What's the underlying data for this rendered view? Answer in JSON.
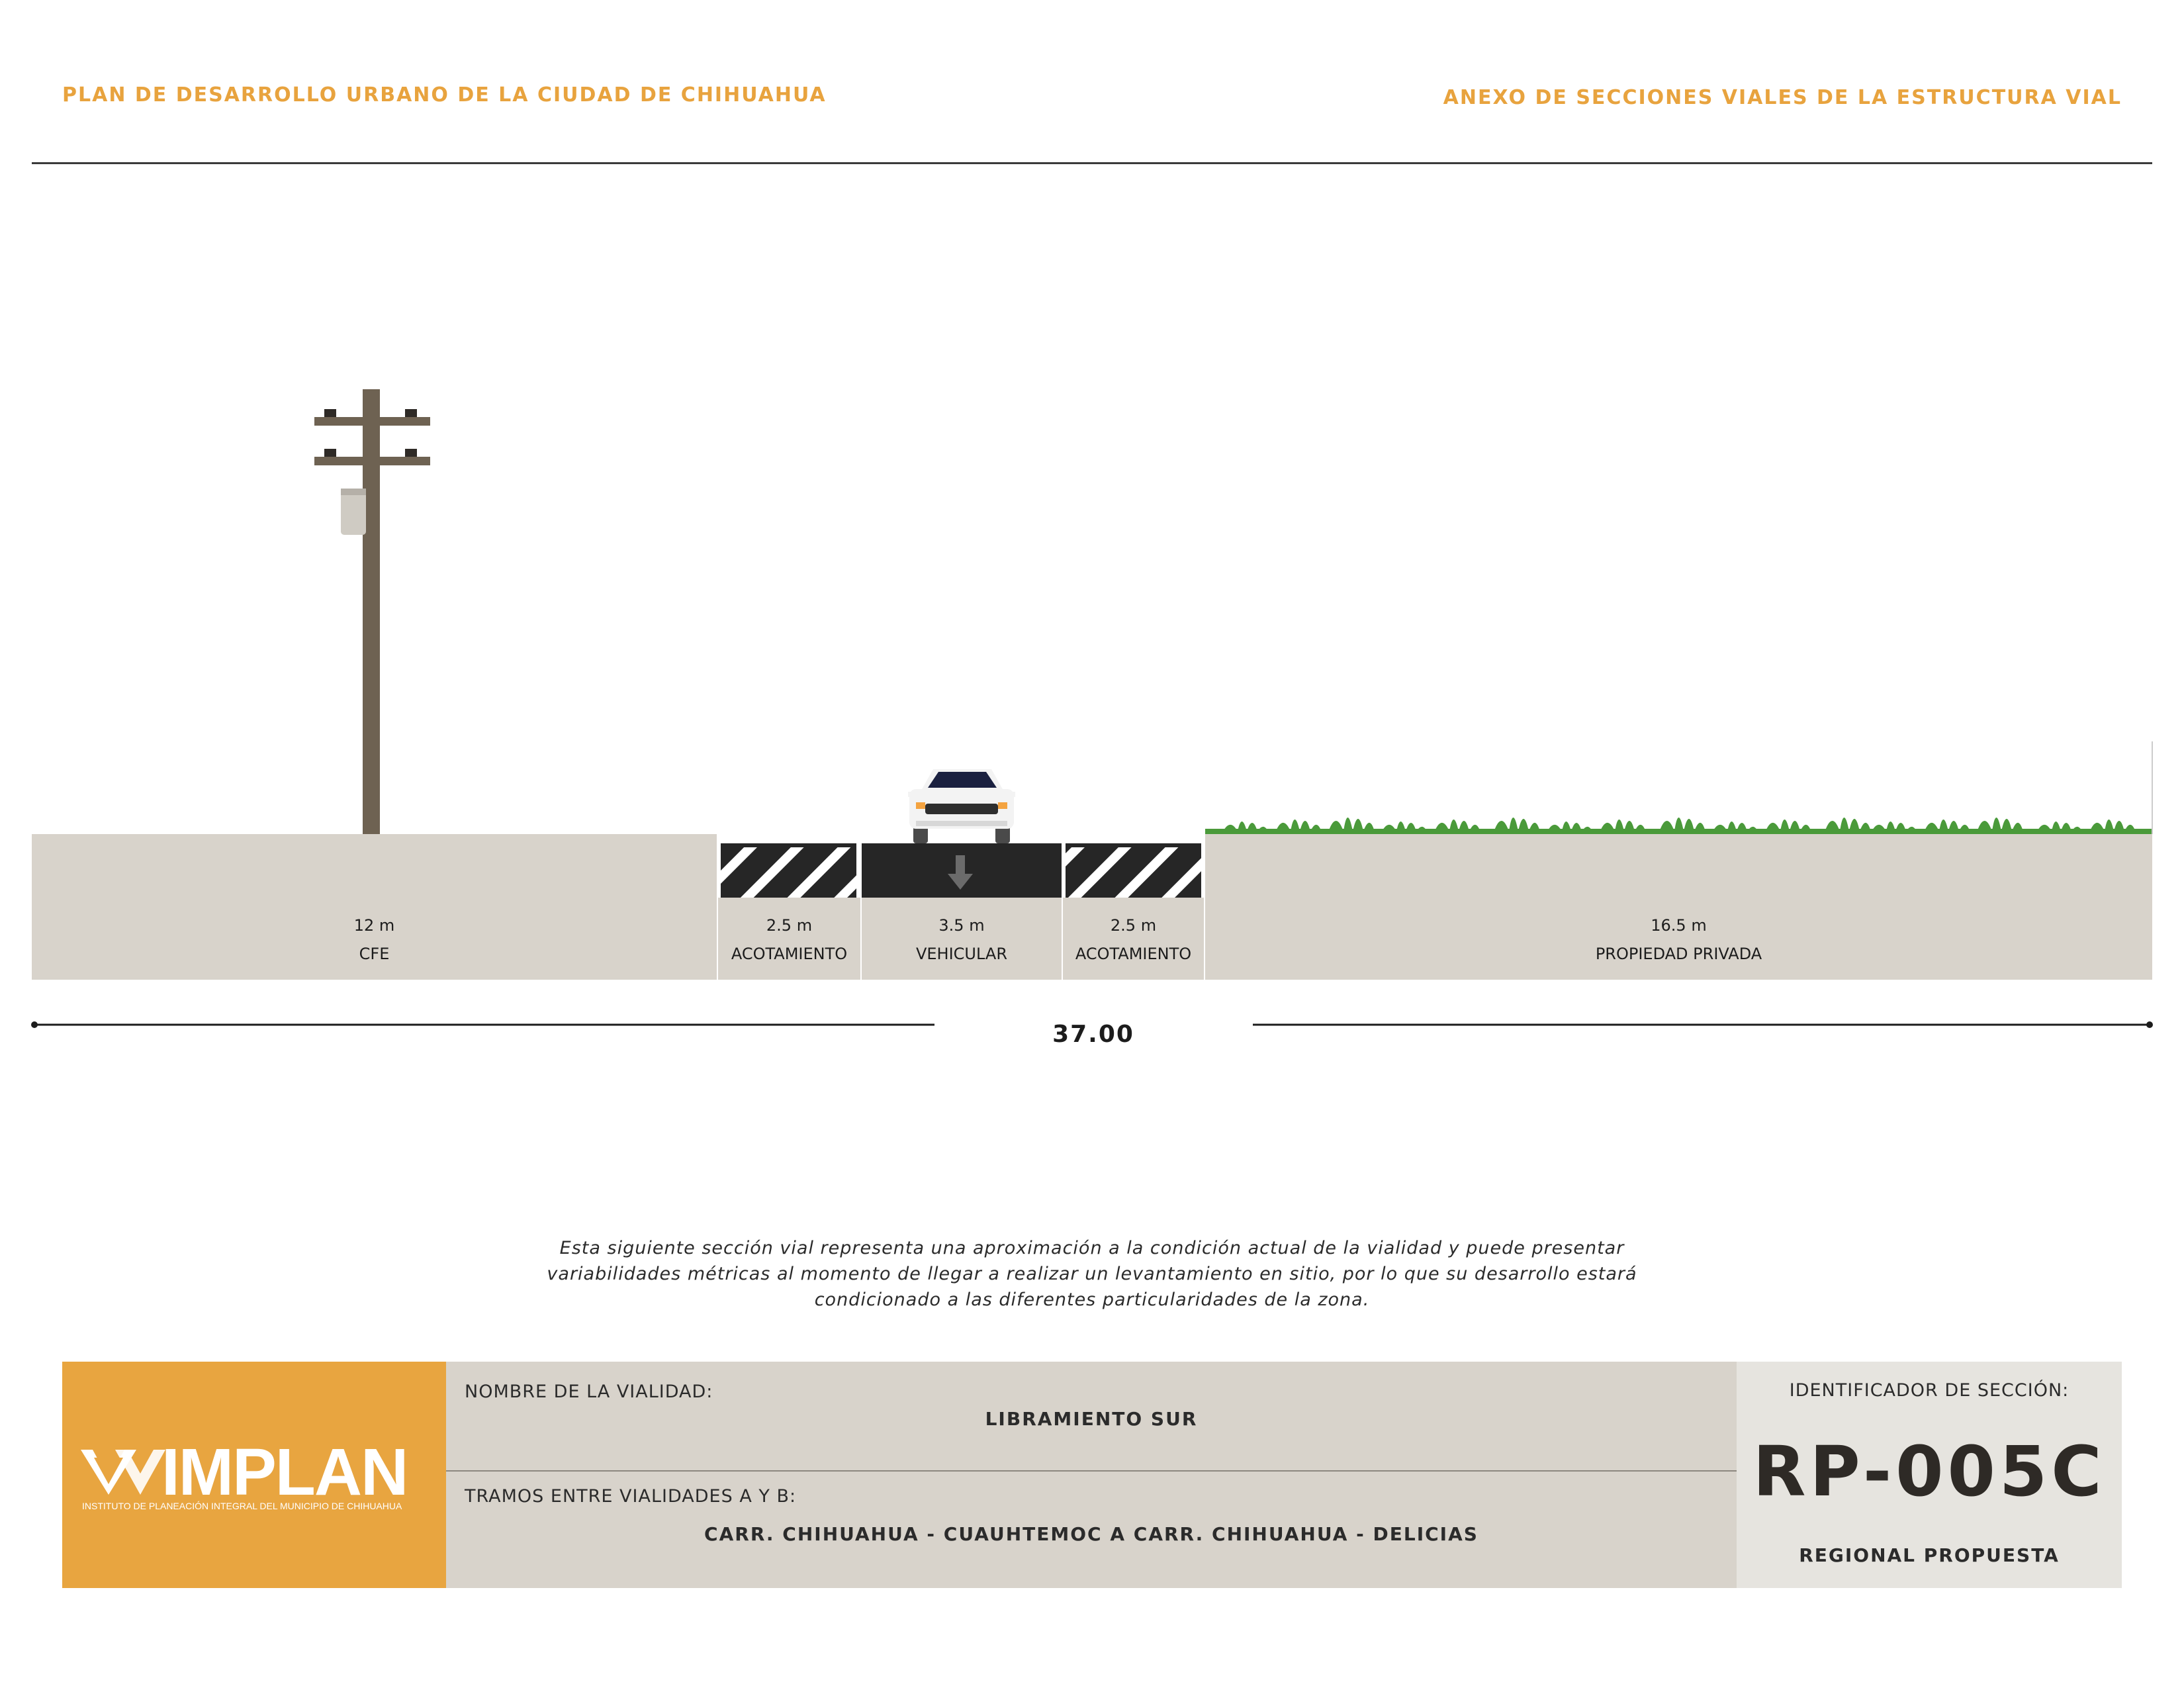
{
  "header": {
    "left": "PLAN DE DESARROLLO URBANO DE LA CIUDAD DE CHIHUAHUA",
    "right": "ANEXO DE SECCIONES VIALES DE LA ESTRUCTURA VIAL"
  },
  "section": {
    "segments": [
      {
        "width": "12 m",
        "name": "CFE"
      },
      {
        "width": "2.5 m",
        "name": "ACOTAMIENTO"
      },
      {
        "width": "3.5 m",
        "name": "VEHICULAR"
      },
      {
        "width": "2.5 m",
        "name": "ACOTAMIENTO"
      },
      {
        "width": "16.5 m",
        "name": "PROPIEDAD PRIVADA"
      }
    ],
    "total": "37.00",
    "colors": {
      "ground": "#d8d3cb",
      "asphalt": "#262626",
      "vegetation": "#4a9a3a",
      "pole": "#6e6252"
    }
  },
  "note": "Esta siguiente sección vial representa una aproximación a la condición actual de la vialidad y puede presentar variabilidades métricas al momento de llegar a realizar un levantamiento en sitio, por lo que su desarrollo estará condicionado a las diferentes particularidades de la zona.",
  "logo": {
    "name": "IMPLAN",
    "subtitle": "INSTITUTO DE PLANEACIÓN INTEGRAL DEL MUNICIPIO DE CHIHUAHUA",
    "color": "#e8a540"
  },
  "road": {
    "name_label": "NOMBRE DE LA VIALIDAD:",
    "name": "LIBRAMIENTO SUR",
    "tramos_label": "TRAMOS ENTRE VIALIDADES A Y B:",
    "tramos": "CARR. CHIHUAHUA - CUAUHTEMOC A CARR. CHIHUAHUA - DELICIAS"
  },
  "identifier": {
    "label": "IDENTIFICADOR DE SECCIÓN:",
    "code": "RP-005C",
    "type": "REGIONAL PROPUESTA"
  }
}
